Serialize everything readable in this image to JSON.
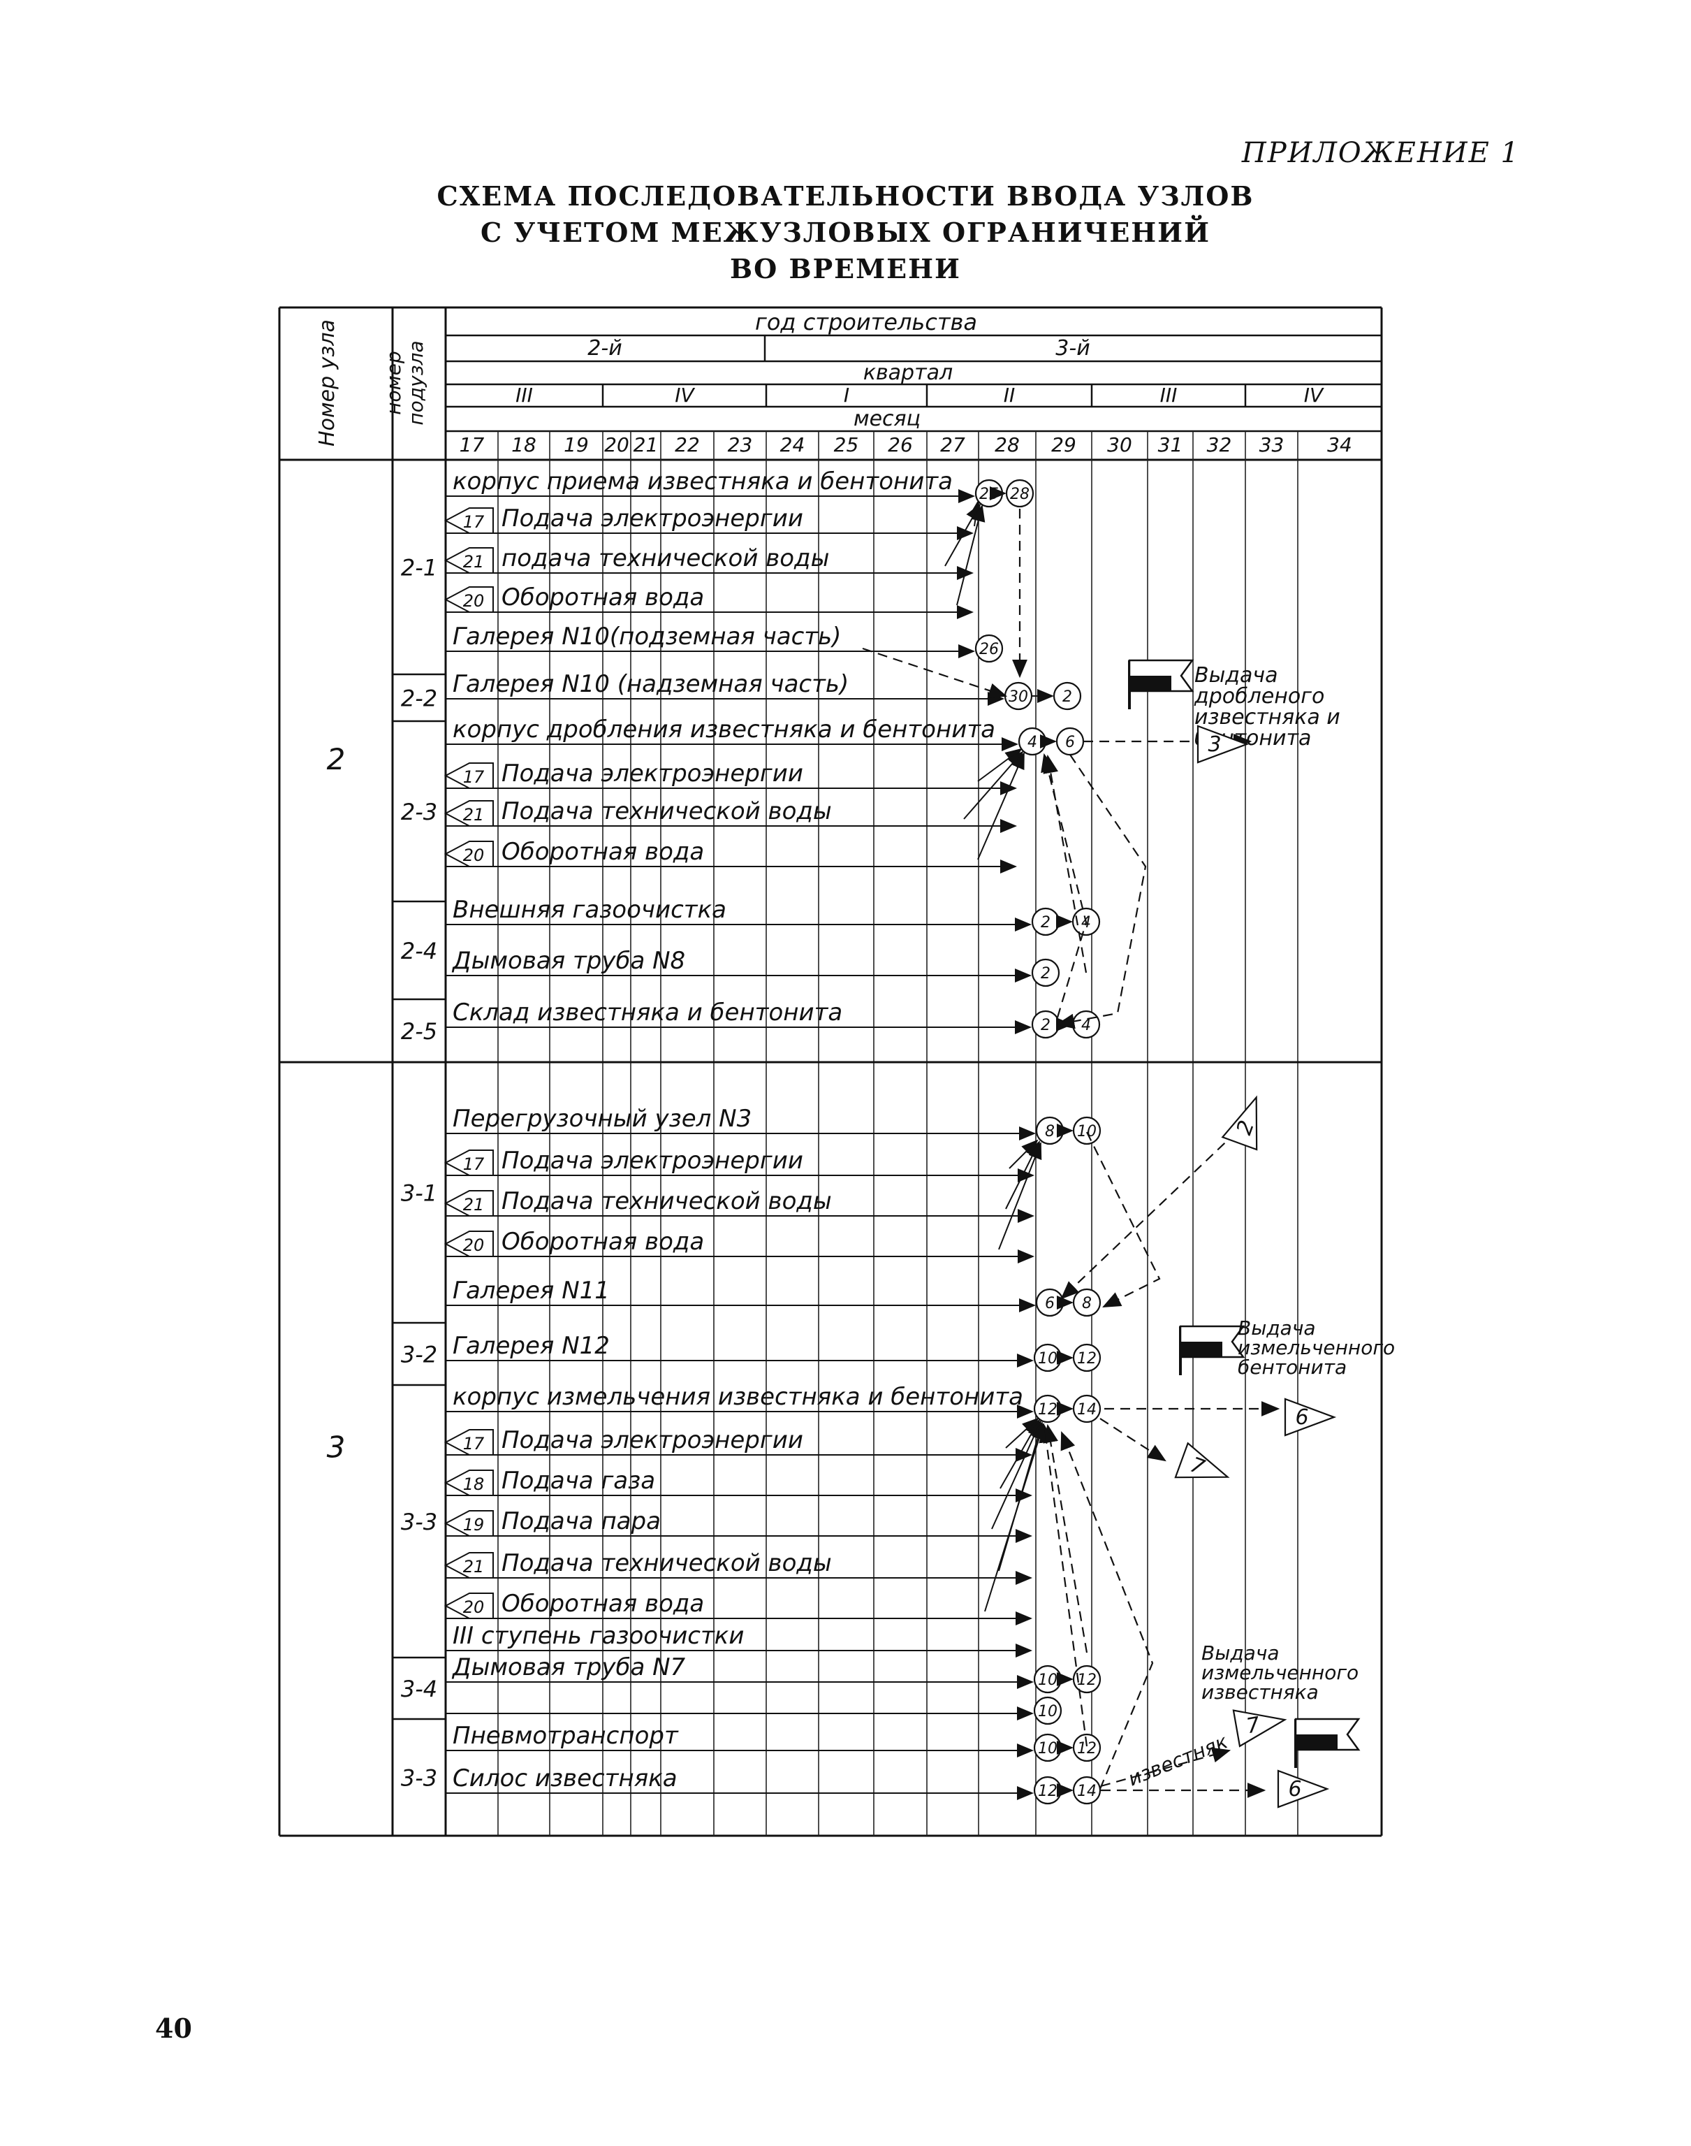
{
  "page": {
    "appendix_label": "ПРИЛОЖЕНИЕ 1",
    "title_lines": [
      "СХЕМА ПОСЛЕДОВАТЕЛЬНОСТИ ВВОДА УЗЛОВ",
      "С УЧЕТОМ МЕЖУЗЛОВЫХ ОГРАНИЧЕНИЙ",
      "ВО ВРЕМЕНИ"
    ],
    "page_number": "40"
  },
  "header": {
    "col_node": "Номер узла",
    "col_subnode": "номер подузла",
    "year_row_label": "год строительства",
    "years": [
      "2-й",
      "3-й"
    ],
    "quarter_row_label": "квартал",
    "quarters": [
      "III",
      "IV",
      "I",
      "II",
      "III",
      "IV"
    ],
    "month_row_label": "месяц",
    "months": [
      "17",
      "18",
      "19",
      "20",
      "21",
      "22",
      "23",
      "24",
      "25",
      "26",
      "27",
      "28",
      "29",
      "30",
      "31",
      "32",
      "33",
      "34"
    ]
  },
  "nodes": [
    {
      "number": "2",
      "subnodes": [
        {
          "number": "2-1",
          "rows": [
            {
              "label": "корпус приема известняка и бентонита",
              "badge": "",
              "circles": [
                "25",
                "28"
              ]
            },
            {
              "label": "Подача электроэнергии",
              "badge": "17",
              "circles": []
            },
            {
              "label": "подача технической воды",
              "badge": "21",
              "circles": []
            },
            {
              "label": "Оборотная вода",
              "badge": "20",
              "circles": []
            },
            {
              "label": "Галерея N10(подземная часть)",
              "badge": "",
              "circles": [
                "26"
              ]
            }
          ]
        },
        {
          "number": "2-2",
          "rows": [
            {
              "label": "Галерея N10 (надземная часть)",
              "badge": "",
              "circles": [
                "30",
                "2"
              ]
            }
          ]
        },
        {
          "number": "2-3",
          "rows": [
            {
              "label": "корпус дробления известняка и бентонита",
              "badge": "",
              "circles": [
                "4",
                "6"
              ]
            },
            {
              "label": "Подача электроэнергии",
              "badge": "17",
              "circles": []
            },
            {
              "label": "Подача технической воды",
              "badge": "21",
              "circles": []
            },
            {
              "label": "Оборотная вода",
              "badge": "20",
              "circles": []
            }
          ]
        },
        {
          "number": "2-4",
          "rows": [
            {
              "label": "Внешняя газоочистка",
              "badge": "",
              "circles": [
                "2",
                "4"
              ]
            },
            {
              "label": "Дымовая труба N8",
              "badge": "",
              "circles": [
                "2"
              ]
            }
          ]
        },
        {
          "number": "2-5",
          "rows": [
            {
              "label": "Склад известняка и бентонита",
              "badge": "",
              "circles": [
                "2",
                "4"
              ]
            }
          ]
        }
      ]
    },
    {
      "number": "3",
      "subnodes": [
        {
          "number": "3-1",
          "rows": [
            {
              "label": "Перегрузочный узел N3",
              "badge": "",
              "circles": [
                "8",
                "10"
              ]
            },
            {
              "label": "Подача электроэнергии",
              "badge": "17",
              "circles": []
            },
            {
              "label": "Подача технической воды",
              "badge": "21",
              "circles": []
            },
            {
              "label": "Оборотная вода",
              "badge": "20",
              "circles": []
            },
            {
              "label": "Галерея N11",
              "badge": "",
              "circles": [
                "6",
                "8"
              ]
            }
          ]
        },
        {
          "number": "3-2",
          "rows": [
            {
              "label": "Галерея N12",
              "badge": "",
              "circles": [
                "10",
                "12"
              ]
            }
          ]
        },
        {
          "number": "3-3",
          "rows": [
            {
              "label": "корпус измельчения известняка и бентонита",
              "badge": "",
              "circles": [
                "12",
                "14"
              ]
            },
            {
              "label": "Подача электроэнергии",
              "badge": "17",
              "circles": []
            },
            {
              "label": "Подача газа",
              "badge": "18",
              "circles": []
            },
            {
              "label": "Подача пара",
              "badge": "19",
              "circles": []
            },
            {
              "label": "Подача технической воды",
              "badge": "21",
              "circles": []
            },
            {
              "label": "Оборотная вода",
              "badge": "20",
              "circles": []
            },
            {
              "label": "III ступень газоочистки",
              "badge": "",
              "circles": []
            }
          ]
        },
        {
          "number": "3-4",
          "rows": [
            {
              "label": "Дымовая труба N7",
              "badge": "",
              "circles": [
                "10",
                "12"
              ]
            },
            {
              "label": "",
              "badge": "",
              "circles": [
                "10"
              ]
            }
          ]
        },
        {
          "number": "3-3",
          "rows": [
            {
              "label": "Пневмотранспорт",
              "badge": "",
              "circles": [
                "10",
                "12"
              ]
            },
            {
              "label": "Силос известняка",
              "badge": "",
              "circles": [
                "12",
                "14"
              ]
            }
          ]
        }
      ]
    }
  ],
  "annotations": {
    "output_crushed": "Выдача дробленого известняка и бентонита",
    "output_milled_bentonite": "Выдача измельченного бентонита",
    "output_milled_limestone": "Выдача измельченного известняка",
    "limestone_label": "известняк",
    "pointer_3": "3",
    "pointer_2": "2",
    "pointer_6a": "6",
    "pointer_7a": "7",
    "pointer_7b": "7",
    "pointer_6b": "6"
  }
}
